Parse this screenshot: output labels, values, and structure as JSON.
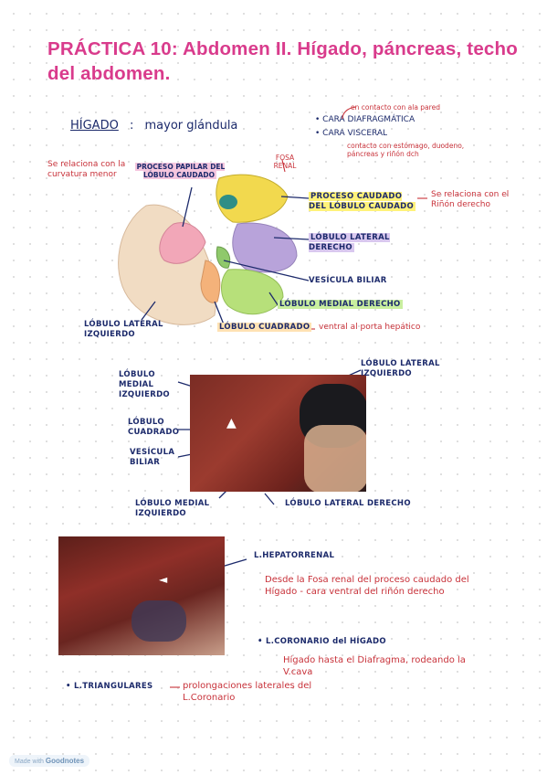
{
  "title": "PRÁCTICA 10: Abdomen II. Hígado, páncreas, techo del abdomen.",
  "higado": {
    "heading": "HÍGADO",
    "colon": ":",
    "subtitle": "mayor glándula",
    "note_top": "en contacto con ala pared",
    "cara_diaf": "CARA DIAFRAGMÁTICA",
    "cara_visc": "CARA VISCERAL",
    "contacto": "contacto con estómago, duodeno, páncreas y riñón dch",
    "curvatura": "Se relaciona con la curvatura menor",
    "proceso_papilar": "PROCESO PAPILAR DEL LÓBULO CAUDADO",
    "fosa_renal": "FOSA RENAL",
    "proceso_caudado": "PROCESO CAUDADO DEL LÓBULO CAUDADO",
    "rinon": "Se relaciona con el Riñón derecho",
    "lobulo_lat_der": "LÓBULO LATERAL DERECHO",
    "vesicula": "VESÍCULA BILIAR",
    "lobulo_med_der": "LÓBULO MEDIAL DERECHO",
    "lobulo_lat_izq": "LÓBULO LATERAL IZQUIERDO",
    "lobulo_cuadrado": "LÓBULO CUADRADO",
    "ventral": "ventral al porta hepático"
  },
  "photo1": {
    "lobulo_med_izq": "LÓBULO MEDIAL IZQUIERDO",
    "lobulo_lat_izq": "LÓBULO LATERAL IZQUIERDO",
    "lobulo_cuadrado": "LÓBULO CUADRADO",
    "vesicula": "VESÍCULA BILIAR",
    "lobulo_med_izq_bottom": "LÓBULO MEDIAL IZQUIERDO",
    "lobulo_lat_der": "LÓBULO LATERAL DERECHO"
  },
  "ligaments": {
    "hepatorrenal": "L.HEPATORRENAL",
    "hepatorrenal_desc": "Desde la Fosa renal del proceso caudado del Hígado - cara ventral del riñón derecho",
    "coronario": "L.CORONARIO del HÍGADO",
    "coronario_desc": "Hígado hasta el Diafragma, rodeando la V.cava",
    "triangulares": "L.TRIANGULARES",
    "triangulares_desc": "prolongaciones laterales del L.Coronario"
  },
  "footer": {
    "made_with": "Made with",
    "brand": "Goodnotes"
  },
  "colors": {
    "title": "#d93b8c",
    "ink": "#1c2a6b",
    "red_ink": "#c8323a"
  }
}
